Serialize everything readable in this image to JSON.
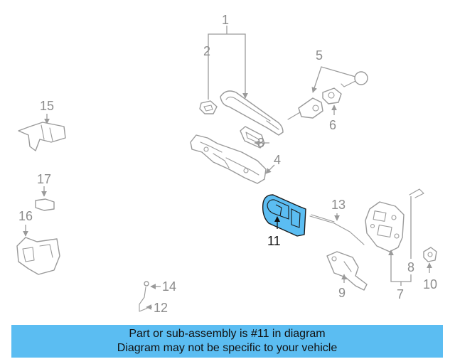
{
  "colors": {
    "banner_background": "#5bbdf2",
    "highlight_part": "#5bbdf2",
    "line_art": "#9a9a9a"
  },
  "callouts": {
    "c1": "1",
    "c2": "2",
    "c3": "3",
    "c4": "4",
    "c5": "5",
    "c6": "6",
    "c7": "7",
    "c8": "8",
    "c9": "9",
    "c10": "10",
    "c11": "11",
    "c12": "12",
    "c13": "13",
    "c14": "14",
    "c15": "15",
    "c16": "16",
    "c17": "17"
  },
  "highlighted_part": "11",
  "banner": {
    "line1": "Part or sub-assembly is #11 in diagram",
    "line2": "Diagram may not be specific to your vehicle"
  }
}
